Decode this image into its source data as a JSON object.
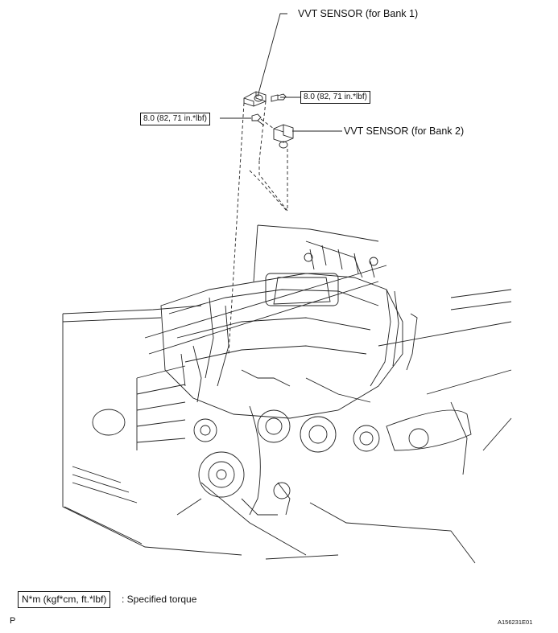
{
  "labels": {
    "bank1": "VVT SENSOR (for Bank 1)",
    "bank2": "VVT SENSOR (for Bank 2)"
  },
  "torques": {
    "bank1": "8.0 (82, 71 in.*lbf)",
    "bank2": "8.0 (82, 71 in.*lbf)"
  },
  "legend": {
    "unit_box": "N*m (kgf*cm, ft.*lbf)",
    "description": ": Specified torque"
  },
  "footer": {
    "page_letter": "P",
    "figure_id": "A156231E01"
  }
}
